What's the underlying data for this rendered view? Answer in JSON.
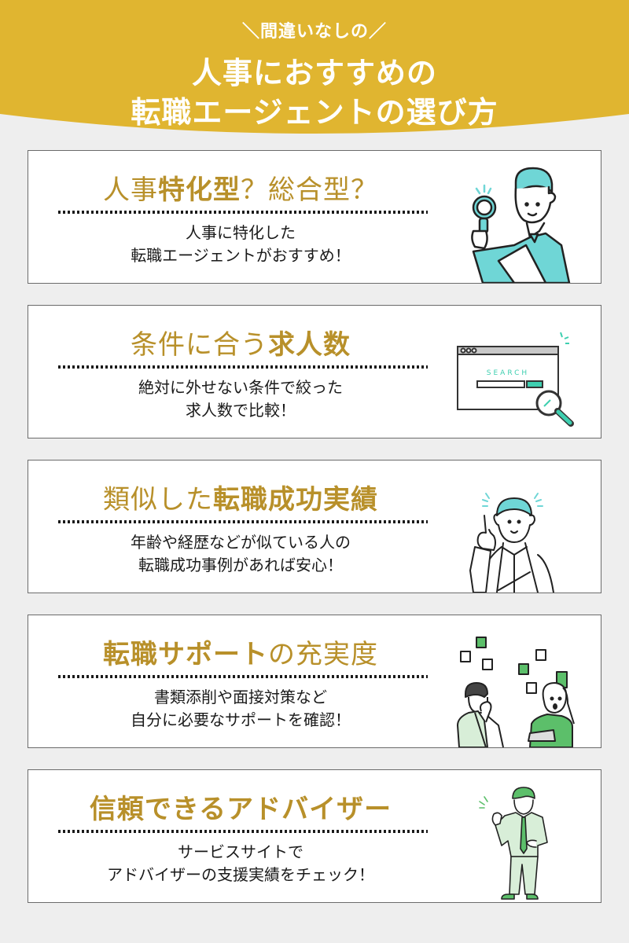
{
  "header": {
    "subtitle": "＼間違いなしの／",
    "title_line1": "人事におすすめの",
    "title_line2": "転職エージェントの選び方",
    "bg_color": "#e0b530"
  },
  "colors": {
    "accent_gold": "#b8902a",
    "page_bg": "#eeeeee",
    "teal": "#6fd6d6",
    "green": "#5cbf6a"
  },
  "cards": [
    {
      "title_parts": [
        {
          "text": "人事",
          "bold": false
        },
        {
          "text": "特化型",
          "bold": true
        },
        {
          "text": "？総合型？",
          "bold": false
        }
      ],
      "desc_line1": "人事に特化した",
      "desc_line2": "転職エージェントがおすすめ！",
      "illustration": "businessman-with-magnifying-glass-icon"
    },
    {
      "title_parts": [
        {
          "text": "条件に合う",
          "bold": false
        },
        {
          "text": "求人数",
          "bold": true
        }
      ],
      "desc_line1": "絶対に外せない条件で絞った",
      "desc_line2": "求人数で比較！",
      "illustration": "search-window-icon",
      "search_label": "SEARCH"
    },
    {
      "title_parts": [
        {
          "text": "類似した",
          "bold": false
        },
        {
          "text": "転職成功実績",
          "bold": true
        }
      ],
      "desc_line1": "年齢や経歴などが似ている人の",
      "desc_line2": "転職成功事例があれば安心！",
      "illustration": "man-pointing-up-icon"
    },
    {
      "title_parts": [
        {
          "text": "転職サポート",
          "bold": true
        },
        {
          "text": "の充実度",
          "bold": false
        }
      ],
      "desc_line1": "書類添削や面接対策など",
      "desc_line2": "自分に必要なサポートを確認！",
      "illustration": "two-people-with-checkboxes-icon"
    },
    {
      "title_parts": [
        {
          "text": "信頼できるアドバイザー",
          "bold": true
        }
      ],
      "desc_line1": "サービスサイトで",
      "desc_line2": "アドバイザーの支援実績をチェック！",
      "illustration": "confident-businessman-icon"
    }
  ]
}
